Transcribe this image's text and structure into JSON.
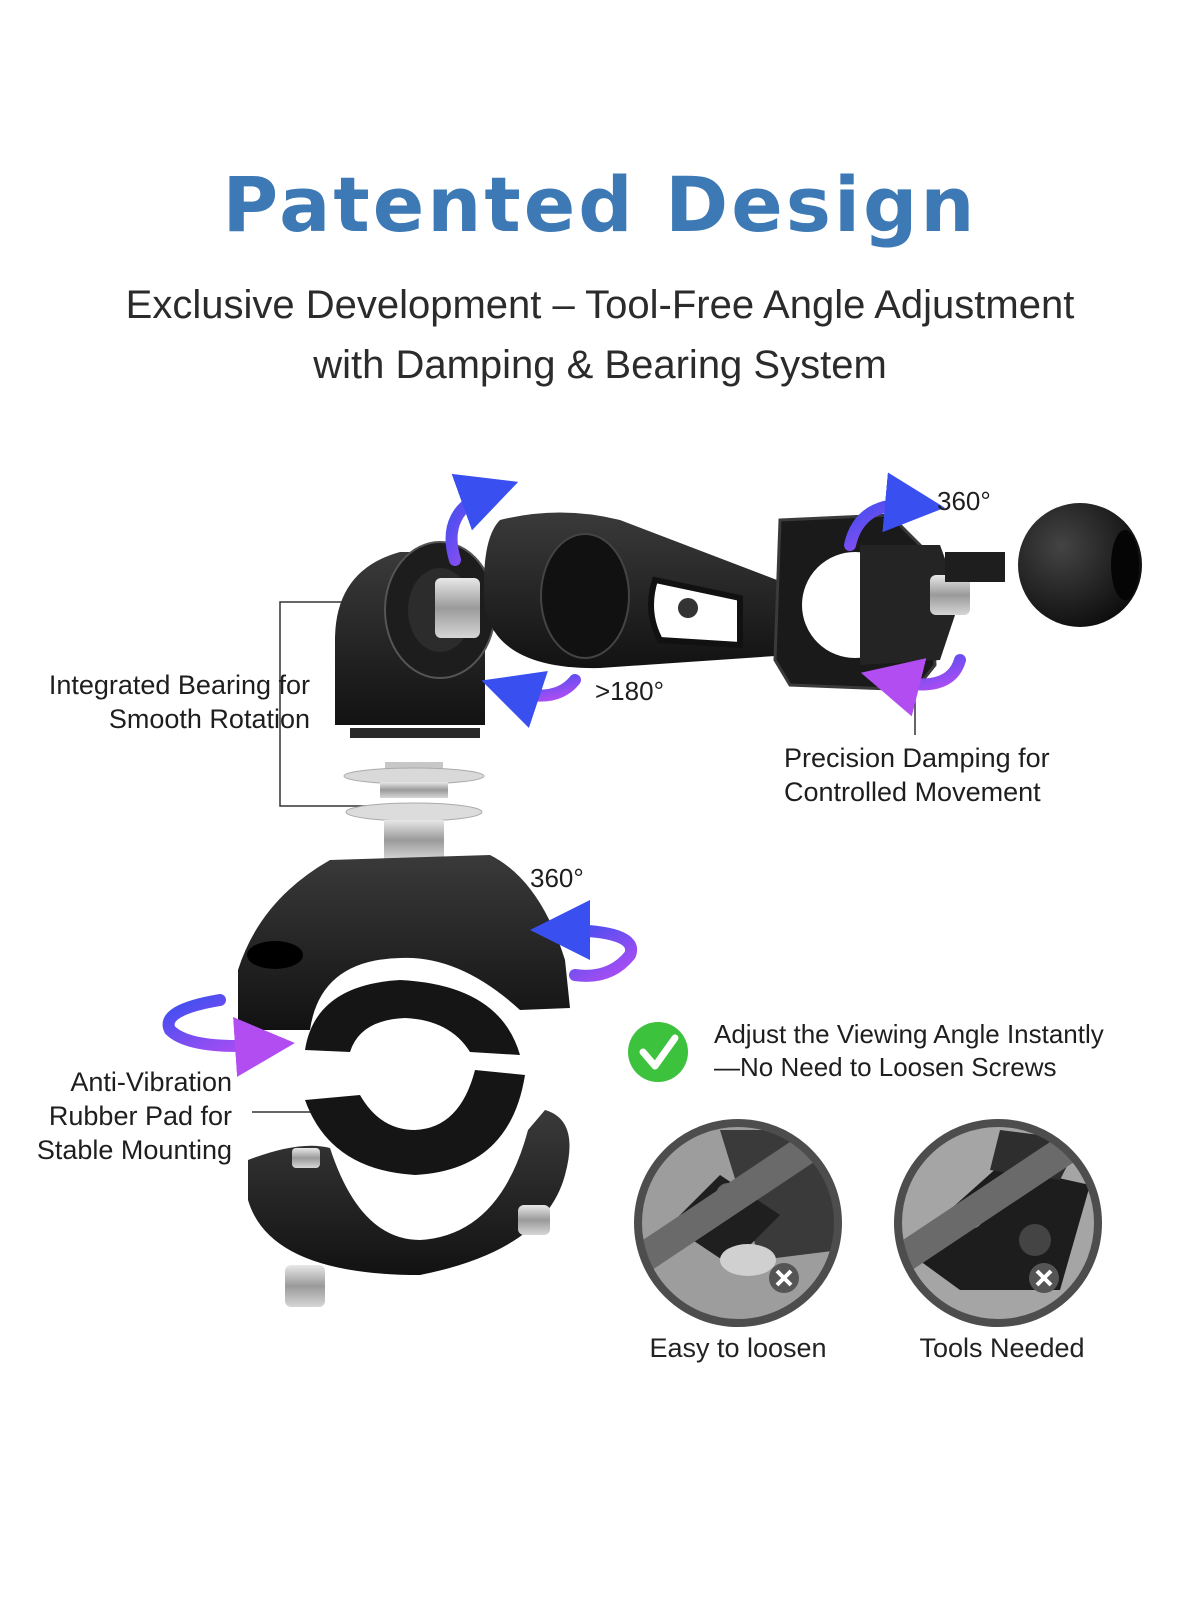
{
  "header": {
    "title": "Patented Design",
    "subtitle_line1": "Exclusive Development – Tool-Free Angle Adjustment",
    "subtitle_line2": "with Damping & Bearing System"
  },
  "labels": {
    "bearing": [
      "Integrated Bearing for",
      "Smooth Rotation"
    ],
    "damping": [
      "Precision Damping for",
      "Controlled Movement"
    ],
    "rubber": [
      "Anti-Vibration",
      "Rubber Pad for",
      "Stable Mounting"
    ],
    "adjust": [
      "Adjust the Viewing Angle Instantly",
      "—No Need to Loosen Screws"
    ]
  },
  "rotation": {
    "top_right": "360°",
    "arm": ">180°",
    "clamp": "360°"
  },
  "captions": {
    "left": "Easy to loosen",
    "right": "Tools Needed"
  },
  "icons": {
    "ok": "check-circle-icon",
    "no": "cross-icon"
  },
  "colors": {
    "title": "#3c79b5",
    "arrow_start": "#3a4ff0",
    "arrow_end": "#b24df2",
    "check": "#3cc23c",
    "mount": "#1b1b1b"
  }
}
